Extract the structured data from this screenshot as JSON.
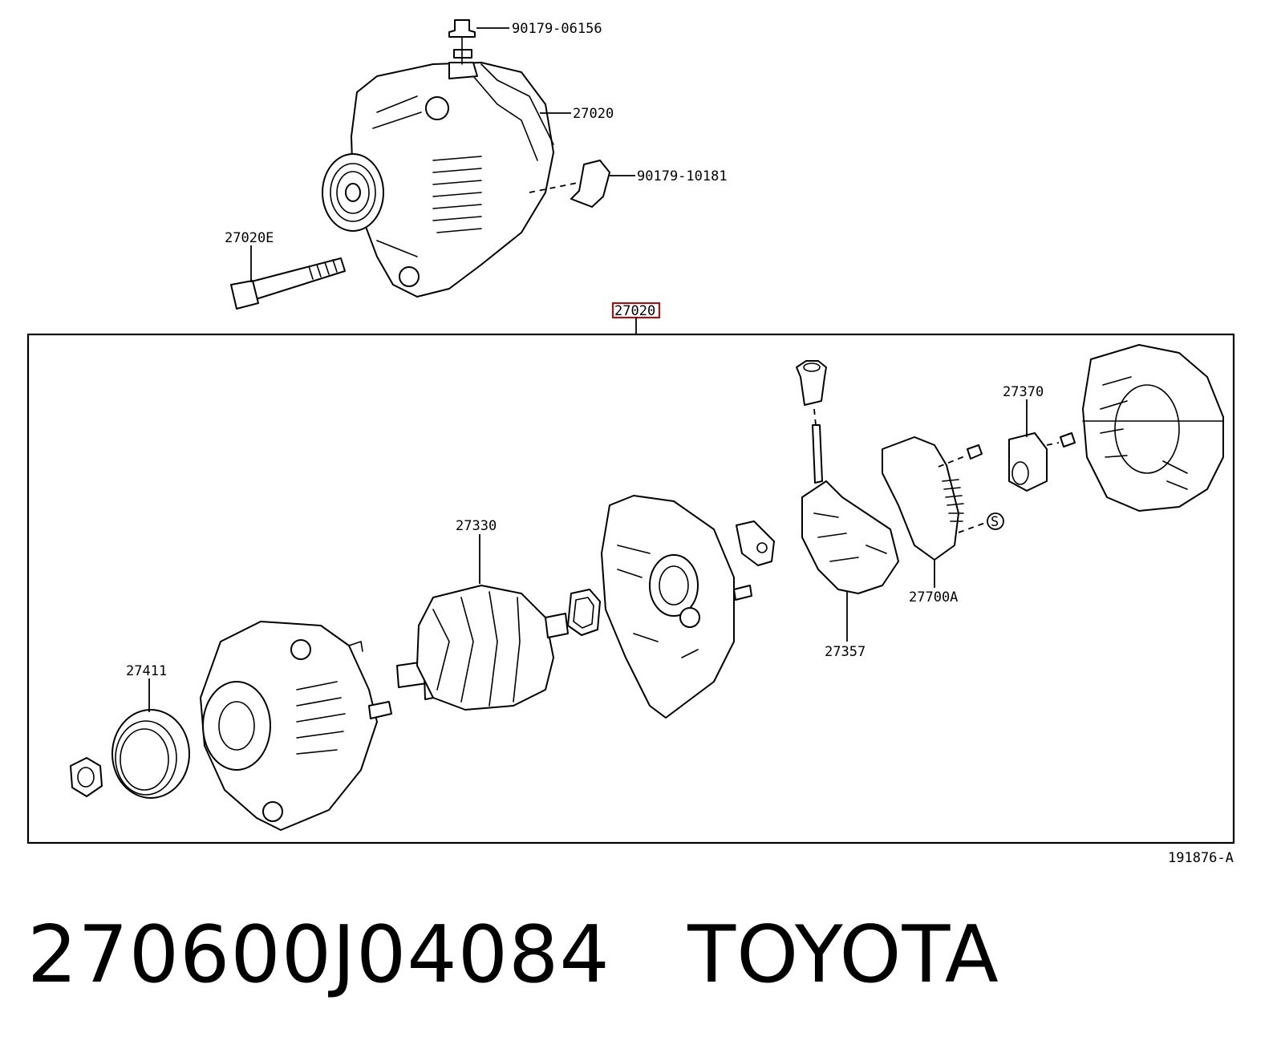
{
  "labels": {
    "bolt_top": "90179-06156",
    "alternator": "27020",
    "bracket_bolt": "90179-10181",
    "through_bolt": "27020E",
    "assembly_box": "27020",
    "pulley": "27411",
    "rotor": "27330",
    "brush_holder": "27370",
    "regulator": "27700A",
    "rectifier": "27357",
    "s_mark": "S",
    "diagram_code": "191876-A"
  },
  "caption": {
    "part_number": "270600J04084",
    "brand": "TOYOTA"
  },
  "colors": {
    "highlight": "#cc0000",
    "ink": "#000000"
  }
}
